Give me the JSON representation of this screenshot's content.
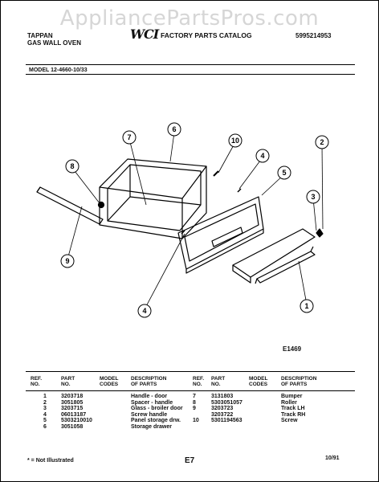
{
  "watermark": "AppliancePartsPros.com",
  "header": {
    "brand": "TAPPAN",
    "product": "GAS WALL OVEN",
    "logo": "WCI",
    "catalog_title": "FACTORY PARTS CATALOG",
    "catalog_number": "5995214953",
    "model": "MODEL 12-4660-10/33"
  },
  "diagram": {
    "callouts": [
      "1",
      "2",
      "3",
      "4",
      "5",
      "6",
      "7",
      "8",
      "9",
      "10",
      "4"
    ],
    "figure_code": "E1469"
  },
  "parts_table": {
    "headers": {
      "ref_no": "REF. NO.",
      "part_no": "PART NO.",
      "model_codes": "MODEL CODES",
      "description": "DESCRIPTION OF PARTS"
    },
    "left_rows": [
      {
        "ref": "1",
        "part": "3203718",
        "desc": "Handle - door"
      },
      {
        "ref": "2",
        "part": "3051805",
        "desc": "Spacer - handle"
      },
      {
        "ref": "3",
        "part": "3203715",
        "desc": "Glass - broiler door"
      },
      {
        "ref": "4",
        "part": "06013187",
        "desc": "Screw handle"
      },
      {
        "ref": "5",
        "part": "5303210010",
        "desc": "Panel storage drw."
      },
      {
        "ref": "6",
        "part": "3051058",
        "desc": "Storage drawer"
      }
    ],
    "right_rows": [
      {
        "ref": "7",
        "part": "3131803",
        "desc": "Bumper"
      },
      {
        "ref": "8",
        "part": "5303051057",
        "desc": "Roller"
      },
      {
        "ref": "9",
        "part": "3203723",
        "desc": "Track LH"
      },
      {
        "ref": "",
        "part": "3203722",
        "desc": "Track RH"
      },
      {
        "ref": "10",
        "part": "5301194563",
        "desc": "Screw"
      }
    ]
  },
  "footer": {
    "note": "* = Not Illustrated",
    "page": "E7",
    "date": "10/91"
  }
}
